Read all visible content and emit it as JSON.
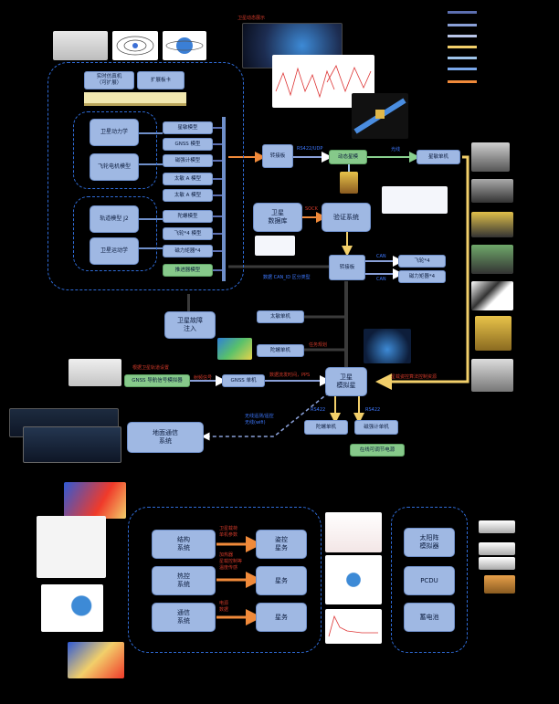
{
  "legend": {
    "colors": [
      "#5c6fb0",
      "#8aa0d8",
      "#b9c5e8",
      "#f2cf6a",
      "#9fc4ea",
      "#7aa7ea",
      "#f08a3a"
    ]
  },
  "top_images": {
    "visualization_title": "卫星动态展示"
  },
  "simulation_frame": {
    "rt_computer": "实时仿真机\n（可扩展）",
    "expansion_board": "扩展板卡",
    "sat_dynamics": "卫星动力学",
    "flywheel_motor_model": "飞轮电机模型",
    "orbit_model": "轨道模型 J2",
    "sat_kinematics": "卫星运动学",
    "models": [
      "星敏模型",
      "GNSS 模型",
      "磁强计模型",
      "太敏 A 模型",
      "太敏 A 模型",
      "陀螺模型",
      "飞轮*4 模型",
      "磁力矩器*4",
      "推进器模型"
    ]
  },
  "center": {
    "adapter_top": "转接板",
    "rs_label": "RS422/UDP",
    "dynamic_stage": "动态星模",
    "optical_label": "光线",
    "star_sensor_unit": "星敏单机",
    "sat_database": "卫星\n数据库",
    "sock_label": "SOCK",
    "verify_system": "验证系统",
    "can_label_1": "CAN",
    "can_label_2": "CAN",
    "adapter_mid": "转接板",
    "flywheel_unit": "飞轮*4",
    "magnetorquer_unit": "磁力矩器*4",
    "can_note": "数据 CAN_ID 区分类型",
    "fault_injection": "卫星故障\n注入",
    "sun_sensor_unit": "太敏单机",
    "gyro_unit": "陀螺单机",
    "mission_planning": "任务规划",
    "gnss_setting_note": "根据卫星轨道设置",
    "gnss_simulator": "GNSS 导航信号模拟器",
    "radio_label": "射频信号",
    "gnss_unit": "GNSS 单机",
    "pps_note": "数据流发时间，PPS",
    "sat_simulator": "卫星\n模拟星",
    "control_note": "星载姿控算法控制资源",
    "rs422_left": "RS422",
    "rs422_right": "RS422",
    "gyro_unit_2": "陀螺单机",
    "magnetometer_unit": "磁强计单机",
    "online_power": "在线可调节电源",
    "wireless_note": "无线遥测/遥控\n无线(wifi)",
    "ground_comm": "地面通信\n系统"
  },
  "bottom": {
    "structure": "结构\n系统",
    "thermal": "热控\n系统",
    "comm": "通信\n系统",
    "arrow_note_1": "卫星载荷\n单机参数",
    "arrow_note_2": "加热器\n星载控制等\n温度传感",
    "arrow_note_3": "电源\n数据",
    "attitude_task": "姿控\n星务",
    "task_1": "星务",
    "task_2": "星务",
    "solar_sim": "太阳阵\n模拟器",
    "pcdu": "PCDU",
    "battery": "蓄电池"
  }
}
